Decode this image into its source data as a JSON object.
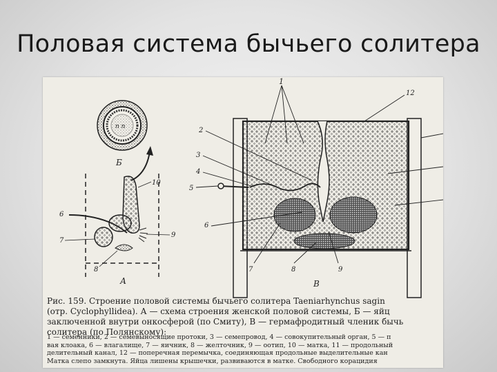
{
  "slide": {
    "title": "Половая система бычьего солитера"
  },
  "figure": {
    "panel_labels": {
      "a": "А",
      "b": "Б",
      "v": "В"
    },
    "callouts_a": [
      "10",
      "6",
      "7",
      "8",
      "9"
    ],
    "callouts_v": [
      "1",
      "12",
      "2",
      "3",
      "4",
      "5",
      "6",
      "7",
      "8",
      "9"
    ],
    "oncosphere_nuclei": "n n"
  },
  "caption": {
    "text": "Рис. 159. Строение половой системы бычьего солитера Taeniarhynchus sagin\n(отр. Cyclophyllidea). А — схема строения женской половой системы, Б — яйц\nзаключенной внутри онкосферой (по Смиту), В — гермафродитный членик бычь\nсолитера (по Полянскому):"
  },
  "legend": {
    "text": "1 — семенники, 2 — семевыносящие протоки, 3 — семепровод, 4 — совокупительный орган, 5 — п\nвая клоака, 6 — влагалище, 7 — яичник, 8 — желточник, 9 — оотип, 10 — матка, 11 — продольный\nделительный канал, 12 — поперечная перемычка, соединяющая продольные выделительные кан\nМатка слепо замкнута. Яйца лишены крышечки, развиваются в матке. Свободного корацидия"
  }
}
